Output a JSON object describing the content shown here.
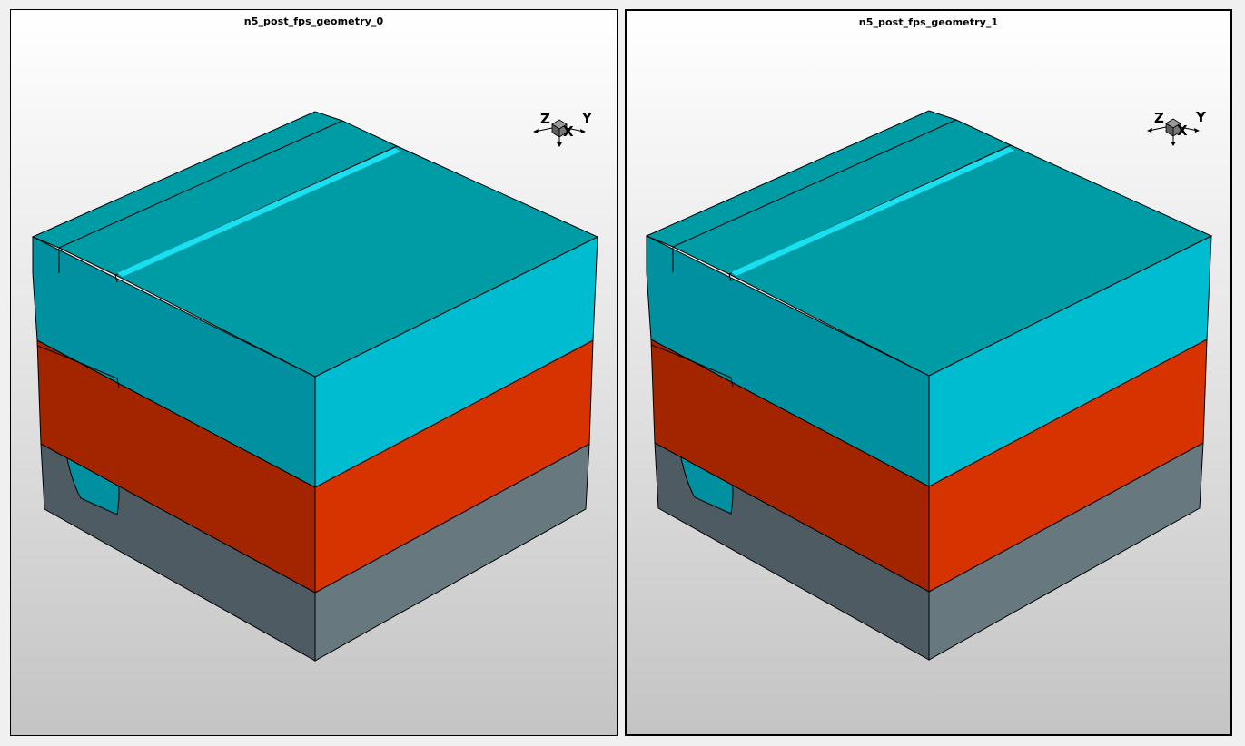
{
  "viewports": [
    {
      "title": "n5_post_fps_geometry_0",
      "active": false,
      "triad": {
        "z": "Z",
        "y": "Y",
        "x": "X"
      }
    },
    {
      "title": "n5_post_fps_geometry_1",
      "active": true,
      "triad": {
        "z": "Z",
        "y": "Y",
        "x": "X"
      }
    }
  ],
  "colors": {
    "top_face": "#009ca5",
    "top_left_face": "#0090a0",
    "top_right_face": "#00bcd0",
    "middle_left_face": "#a32500",
    "middle_right_face": "#d63300",
    "bottom_left_face": "#4e5b63",
    "bottom_right_face": "#68787f",
    "groove_highlight": "#18e0f0",
    "edge": "#000000"
  }
}
